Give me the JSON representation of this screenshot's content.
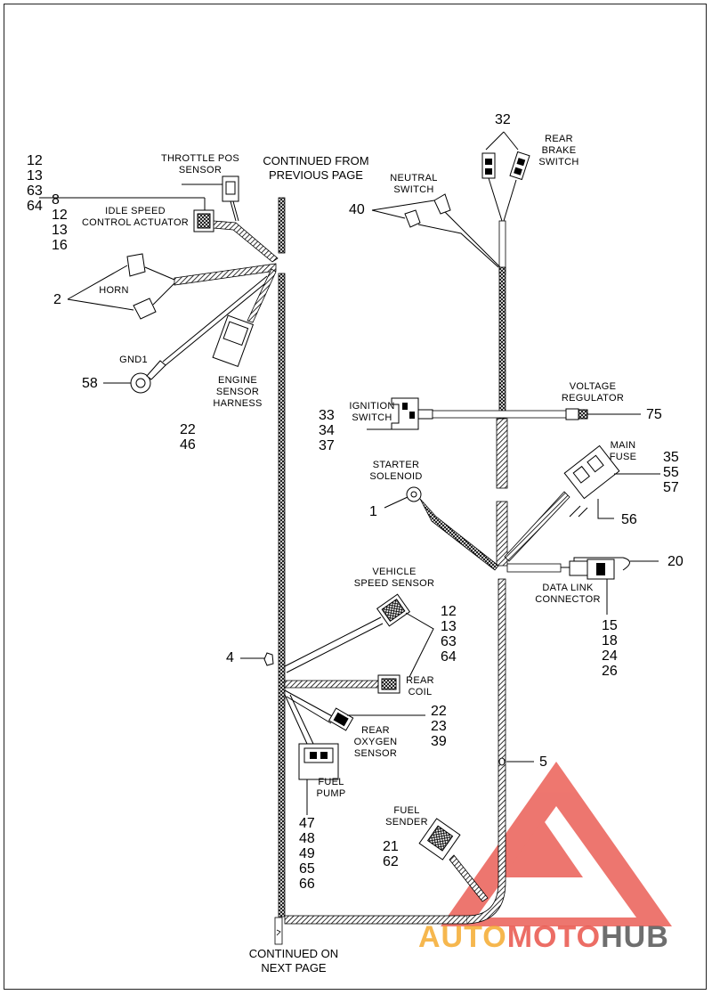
{
  "continued_from": [
    "CONTINUED FROM",
    "PREVIOUS PAGE"
  ],
  "continued_on": [
    "CONTINUED ON",
    "NEXT PAGE"
  ],
  "components": {
    "throttle_pos_sensor": {
      "label": [
        "THROTTLE POS",
        "SENSOR"
      ],
      "refs": [
        "12",
        "13",
        "63",
        "64"
      ]
    },
    "idle_speed_control_actuator": {
      "label": [
        "IDLE  SPEED",
        "CONTROL ACTUATOR"
      ],
      "refs": [
        "8",
        "12",
        "13",
        "16"
      ]
    },
    "horn": {
      "label": "HORN",
      "ref": "2"
    },
    "gnd1": {
      "label": "GND1",
      "ref": "58"
    },
    "engine_sensor_harness": {
      "label": [
        "ENGINE",
        "SENSOR",
        "HARNESS"
      ],
      "refs": [
        "22",
        "46"
      ]
    },
    "rear_brake_switch": {
      "label": [
        "REAR",
        "BRAKE",
        "SWITCH"
      ],
      "ref": "32"
    },
    "neutral_switch": {
      "label": [
        "NEUTRAL",
        "SWITCH"
      ],
      "ref": "40"
    },
    "ignition_switch": {
      "label": [
        "IGNITION",
        "SWITCH"
      ],
      "refs": [
        "33",
        "34",
        "37"
      ]
    },
    "voltage_regulator": {
      "label": [
        "VOLTAGE",
        "REGULATOR"
      ],
      "ref": "75"
    },
    "starter_solenoid": {
      "label": [
        "STARTER",
        "SOLENOID"
      ],
      "ref": "1"
    },
    "main_fuse": {
      "label": [
        "MAIN",
        "FUSE"
      ],
      "refs": [
        "35",
        "55",
        "57"
      ],
      "ref2": "56"
    },
    "data_link_connector": {
      "label": [
        "DATA LINK",
        "CONNECTOR"
      ],
      "ref": "20",
      "refs": [
        "15",
        "18",
        "24",
        "26"
      ]
    },
    "clip_4": {
      "ref": "4"
    },
    "clip_5": {
      "ref": "5"
    },
    "vehicle_speed_sensor": {
      "label": [
        "VEHICLE",
        "SPEED SENSOR"
      ],
      "refs": [
        "12",
        "13",
        "63",
        "64"
      ]
    },
    "rear_coil": {
      "label": [
        "REAR",
        "COIL"
      ]
    },
    "rear_oxygen_sensor": {
      "label": [
        "REAR",
        "OXYGEN",
        "SENSOR"
      ],
      "refs": [
        "22",
        "23",
        "39"
      ]
    },
    "fuel_pump": {
      "label": [
        "FUEL",
        "PUMP"
      ],
      "refs": [
        "47",
        "48",
        "49",
        "65",
        "66"
      ]
    },
    "fuel_sender": {
      "label": [
        "FUEL",
        "SENDER"
      ],
      "refs": [
        "21",
        "62"
      ]
    }
  },
  "watermark": {
    "part1": "AUTO",
    "part2": "MOTO",
    "part3": "HUB"
  },
  "colors": {
    "line": "#000000",
    "watermark_red": "#e8493f",
    "watermark_orange": "#f4a623",
    "watermark_gray": "#4a4a4a"
  }
}
